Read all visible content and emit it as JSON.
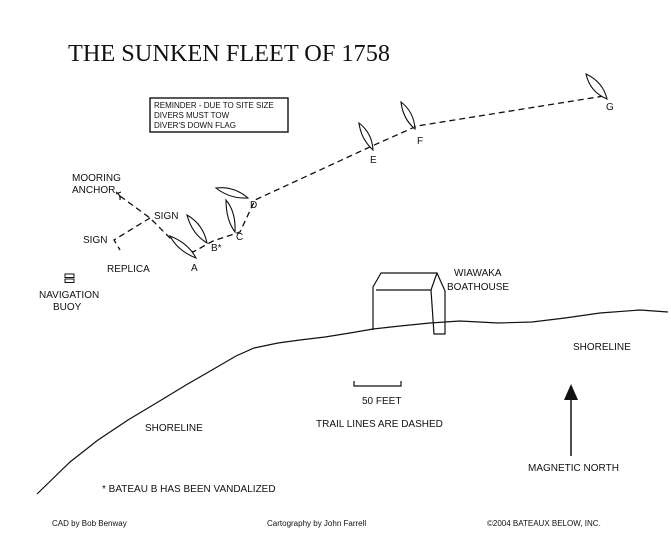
{
  "title": "THE SUNKEN FLEET OF 1758",
  "reminder": {
    "line1": "REMINDER - DUE TO SITE SIZE",
    "line2": "DIVERS MUST TOW",
    "line3": "DIVER'S DOWN FLAG"
  },
  "labels": {
    "mooring_anchor_1": "MOORING",
    "mooring_anchor_2": "ANCHOR",
    "sign_upper": "SIGN",
    "sign_left": "SIGN",
    "replica": "REPLICA",
    "navigation_buoy_1": "NAVIGATION",
    "navigation_buoy_2": "BUOY",
    "boathouse_1": "WIAWAKA",
    "boathouse_2": "BOATHOUSE",
    "shoreline_right": "SHORELINE",
    "shoreline_left": "SHORELINE",
    "scale": "50 FEET",
    "trail_note": "TRAIL LINES ARE DASHED",
    "north": "MAGNETIC NORTH",
    "vandalized_note": "* BATEAU B HAS BEEN VANDALIZED"
  },
  "bateaux": [
    {
      "letter": "A"
    },
    {
      "letter": "B*"
    },
    {
      "letter": "C"
    },
    {
      "letter": "D"
    },
    {
      "letter": "E"
    },
    {
      "letter": "F"
    },
    {
      "letter": "G"
    }
  ],
  "credits": {
    "cad": "CAD by Bob Benway",
    "cartography": "Cartography by John Farrell",
    "copyright": "©2004 BATEAUX BELOW, INC."
  }
}
